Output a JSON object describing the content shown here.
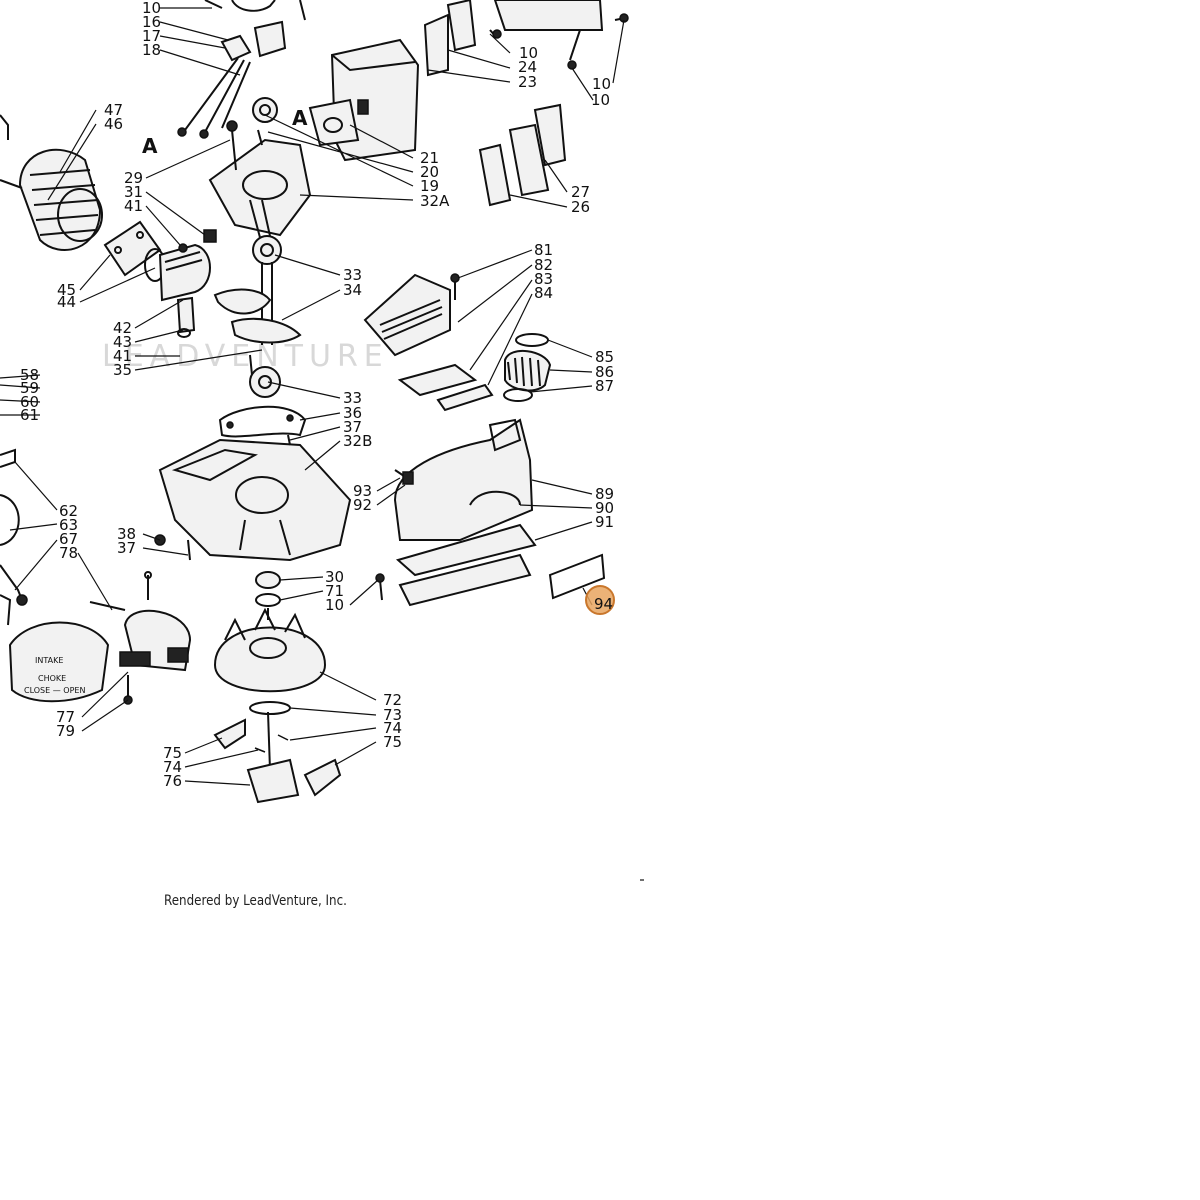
{
  "watermark": "LEADVENTURE",
  "footer_text": "Rendered by LeadVenture, Inc.",
  "section_marker": "A",
  "highlight": {
    "callout": "94",
    "color": "#e8a45f"
  },
  "intake_cover": {
    "title": "INTAKE",
    "line1": "CHOKE",
    "line2": "CLOSE — OPEN"
  },
  "callouts": [
    "10",
    "16",
    "17",
    "18",
    "47",
    "46",
    "29",
    "31",
    "41",
    "45",
    "44",
    "42",
    "43",
    "41",
    "35",
    "58",
    "59",
    "60",
    "61",
    "62",
    "63",
    "67",
    "78",
    "38",
    "37",
    "77",
    "79",
    "75",
    "74",
    "76",
    "24",
    "23",
    "21",
    "20",
    "19",
    "32A",
    "10",
    "10",
    "10",
    "27",
    "26",
    "33",
    "34",
    "33",
    "36",
    "37",
    "32B",
    "81",
    "82",
    "83",
    "84",
    "85",
    "86",
    "87",
    "89",
    "90",
    "91",
    "93",
    "92",
    "30",
    "71",
    "10",
    "72",
    "73",
    "74",
    "75",
    "94"
  ]
}
